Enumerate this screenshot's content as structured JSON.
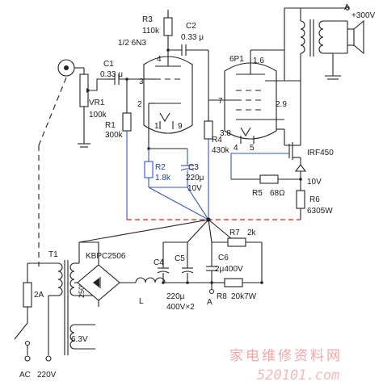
{
  "components": {
    "c1": {
      "ref": "C1",
      "value": "0.33 μ"
    },
    "vr1": {
      "ref": "VR1",
      "value": "100k"
    },
    "r1": {
      "ref": "R1",
      "value": "300k"
    },
    "r3": {
      "ref": "R3",
      "value": "110k"
    },
    "v1": {
      "ref": "1/2 6N3"
    },
    "c2": {
      "ref": "C2",
      "value": "0.33 μ"
    },
    "v2": {
      "ref": "6P1"
    },
    "r4": {
      "ref": "R4",
      "value": "430k"
    },
    "r2": {
      "ref": "R2",
      "value": "1.8k"
    },
    "c3": {
      "ref": "C3",
      "value": "220μ",
      "voltage": "10V"
    },
    "q1": {
      "ref": "IRF450"
    },
    "r5": {
      "ref": "R5",
      "value": "68Ω"
    },
    "zener_voltage": "10V",
    "r6": {
      "ref": "R6",
      "value": "6305W"
    },
    "t1": {
      "ref": "T1",
      "primary": "250V",
      "secondary": "6.3V"
    },
    "br": {
      "ref": "KBPC2506"
    },
    "fuse": {
      "value": "2A"
    },
    "choke": {
      "ref": "L"
    },
    "c4": {
      "ref": "C4"
    },
    "c5": {
      "ref": "C5",
      "value": "220μ",
      "voltage": "400V×2"
    },
    "c6": {
      "ref": "C6",
      "value": "2μ400V"
    },
    "r7": {
      "ref": "R7",
      "value": "2k"
    },
    "r8": {
      "ref": "R8",
      "value": "20k7W"
    }
  },
  "pins": {
    "v1_plate": "4",
    "v1_grid": "3",
    "v1_cathode": "2",
    "v1_heater_a": "1",
    "v1_heater_b": "9",
    "v2_screen": "1.6",
    "v2_grid": "7",
    "v2_plate": "2.9",
    "v2_cathode": "3.8",
    "v2_heater_a": "4",
    "v2_heater_b": "5"
  },
  "nodes": {
    "hv_supply": "+300V",
    "node_a_top": "A",
    "node_a_bottom": "A"
  },
  "mains": {
    "label_ac": "AC",
    "label_v": "220V"
  },
  "watermark": {
    "cn": "家电维修资料网",
    "url": "520101.com"
  }
}
